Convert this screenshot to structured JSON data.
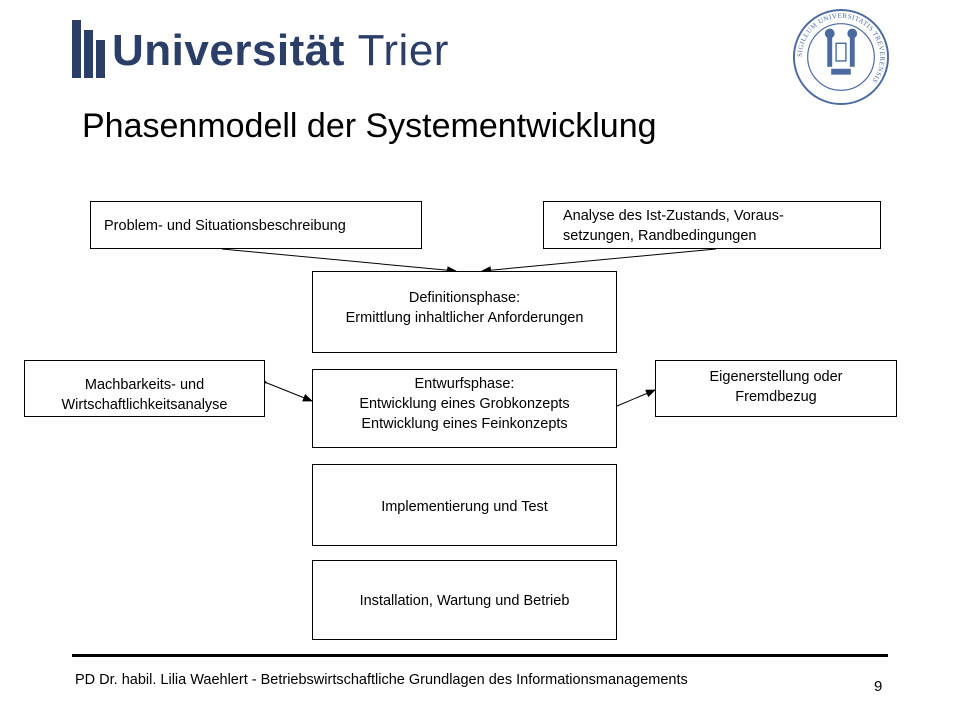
{
  "header": {
    "logo_text_bold": "Universität",
    "logo_text_light": "Trier",
    "seal_lettering": "SIGILLUM UNIVERSITATIS TREVERENSIS"
  },
  "title": "Phasenmodell der Systementwicklung",
  "diagram": {
    "problem": "Problem- und Situationsbeschreibung",
    "analyse_line1": "Analyse des Ist-Zustands, Voraus-",
    "analyse_line2": "setzungen, Randbedingungen",
    "definition_line1": "Definitionsphase:",
    "definition_line2": "Ermittlung inhaltlicher Anforderungen",
    "machbarkeit_line1": "Machbarkeits- und",
    "machbarkeit_line2": "Wirtschaftlichkeitsanalyse",
    "entwurf_line1": "Entwurfsphase:",
    "entwurf_line2": "Entwicklung eines Grobkonzepts",
    "entwurf_line3": "Entwicklung eines Feinkonzepts",
    "eigen_line1": "Eigenerstellung oder",
    "eigen_line2": "Fremdbezug",
    "implementierung": "Implementierung und Test",
    "installation": "Installation, Wartung und Betrieb"
  },
  "footer": {
    "text": "PD Dr. habil. Lilia Waehlert - Betriebswirtschaftliche Grundlagen des Informationsmanagements",
    "page_number": "9"
  },
  "colors": {
    "brand_blue": "#2b3e68",
    "seal_blue": "#4a6aa0"
  }
}
